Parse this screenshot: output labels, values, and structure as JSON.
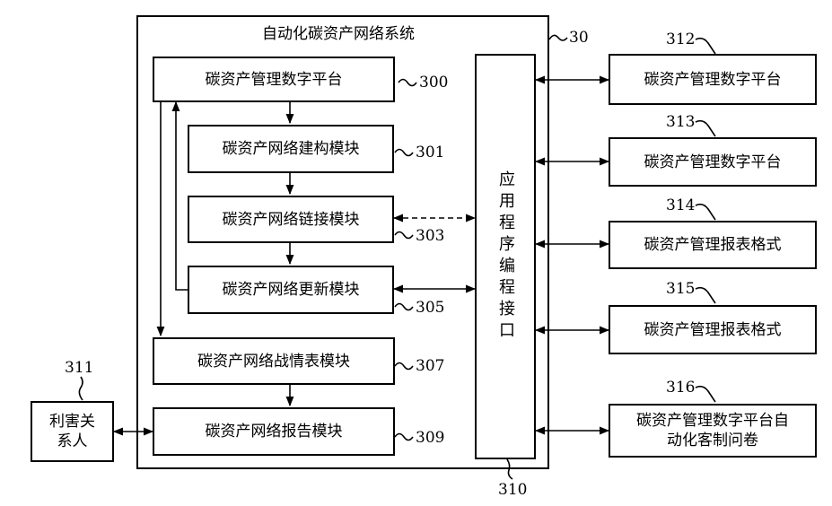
{
  "system": {
    "title": "自动化碳资产网络系统",
    "ref": "30"
  },
  "modules": {
    "m300": {
      "label": "碳资产管理数字平台",
      "ref": "300"
    },
    "m301": {
      "label": "碳资产网络建构模块",
      "ref": "301"
    },
    "m303": {
      "label": "碳资产网络链接模块",
      "ref": "303"
    },
    "m305": {
      "label": "碳资产网络更新模块",
      "ref": "305"
    },
    "m307": {
      "label": "碳资产网络战情表模块",
      "ref": "307"
    },
    "m309": {
      "label": "碳资产网络报告模块",
      "ref": "309"
    }
  },
  "api": {
    "label": "应用程序编程接口",
    "ref": "310"
  },
  "external": {
    "e312": {
      "label": "碳资产管理数字平台",
      "ref": "312"
    },
    "e313": {
      "label": "碳资产管理数字平台",
      "ref": "313"
    },
    "e314": {
      "label": "碳资产管理报表格式",
      "ref": "314"
    },
    "e315": {
      "label": "碳资产管理报表格式",
      "ref": "315"
    },
    "e316": {
      "line1": "碳资产管理数字平台自",
      "line2": "动化客制问卷",
      "ref": "316"
    }
  },
  "stakeholder": {
    "line1": "利害关",
    "line2": "系人",
    "ref": "311"
  }
}
